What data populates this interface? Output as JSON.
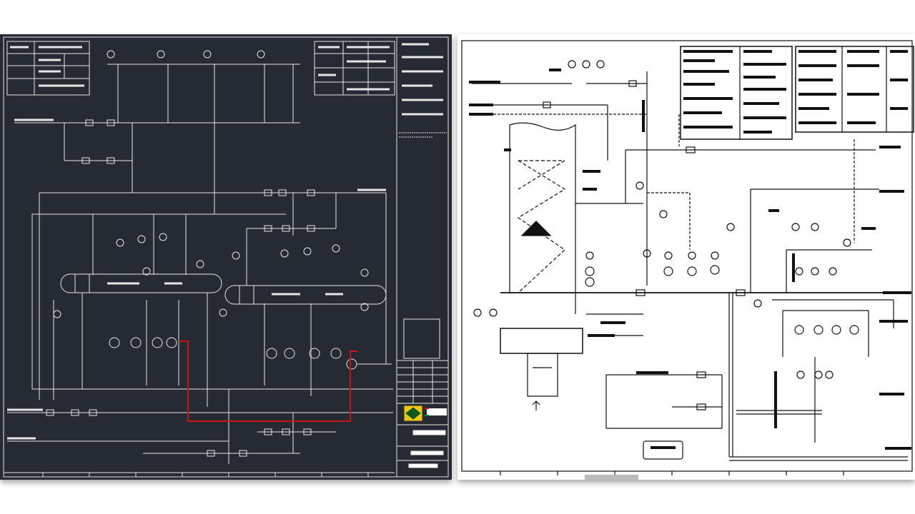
{
  "panels": [
    {
      "name": "dark-cad-drawing",
      "theme": "dark"
    },
    {
      "name": "white-pid-drawing",
      "theme": "light"
    }
  ],
  "colors": {
    "dark_background": "#262b33",
    "dark_lines": "#e8e8e8",
    "highlight_line": "#c81414",
    "logo_yellow": "#f0c800",
    "logo_green": "#0a5a1e",
    "light_background": "#ffffff",
    "light_lines": "#111111"
  }
}
